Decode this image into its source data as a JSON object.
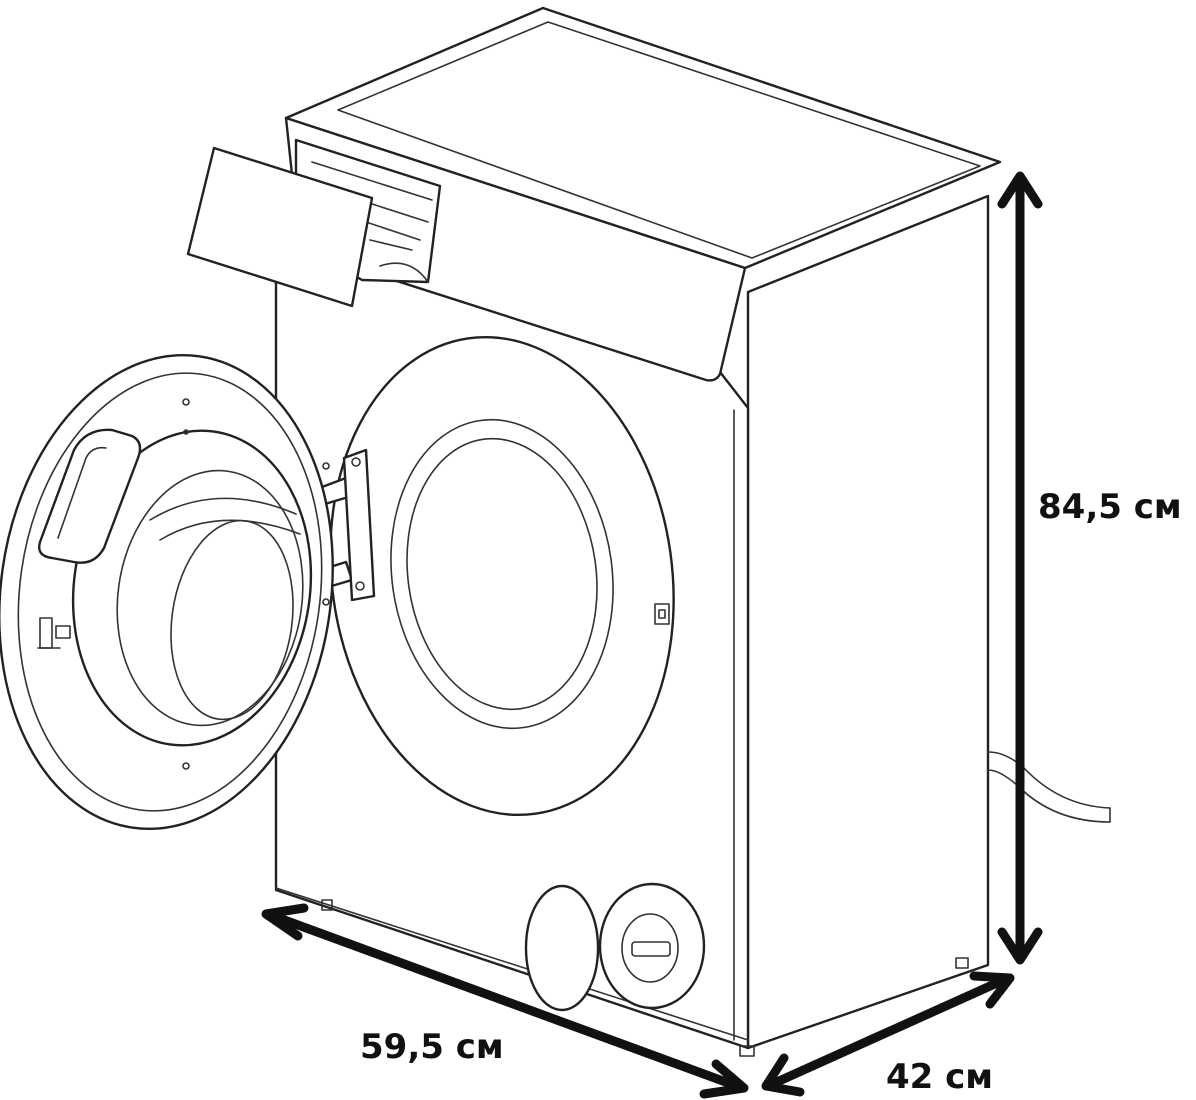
{
  "dimensions": {
    "height": "84,5 см",
    "width": "59,5 см",
    "depth": "42 см"
  },
  "colors": {
    "line": "#222222",
    "arrow": "#111111",
    "background": "#ffffff"
  }
}
